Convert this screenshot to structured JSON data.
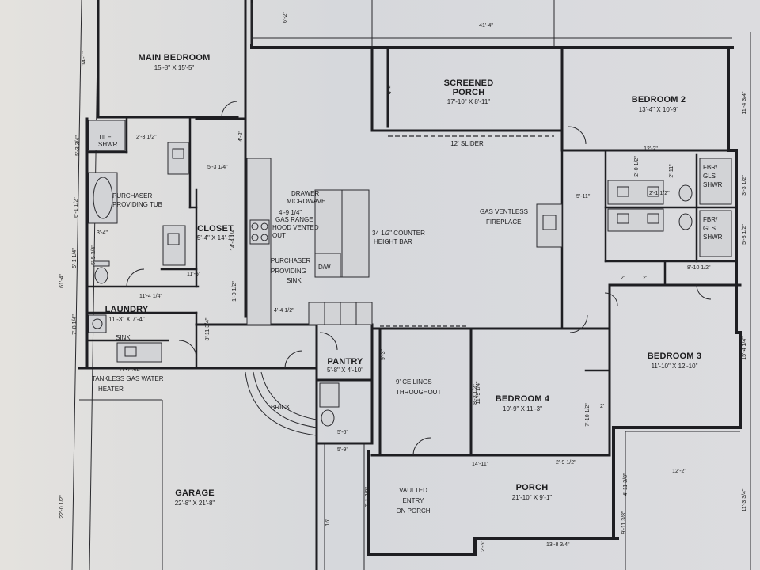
{
  "rooms": {
    "main_bedroom": {
      "name": "MAIN BEDROOM",
      "dims": "15'-8\" X 15'-5\""
    },
    "screened_porch": {
      "name_line1": "SCREENED",
      "name_line2": "PORCH",
      "dims": "17'-10\" X 8'-11\""
    },
    "bedroom2": {
      "name": "BEDROOM 2",
      "dims": "13'-4\" X 10'-9\""
    },
    "closet": {
      "name": "CLOSET",
      "dims": "5'-4\" X 14'-1\""
    },
    "laundry": {
      "name": "LAUNDRY",
      "dims": "11'-3\" X 7'-4\""
    },
    "pantry": {
      "name": "PANTRY",
      "dims": "5'-8\" X 4'-10\""
    },
    "bedroom3": {
      "name": "BEDROOM 3",
      "dims": "11'-10\" X 12'-10\""
    },
    "bedroom4": {
      "name": "BEDROOM 4",
      "dims": "10'-9\" X 11'-3\""
    },
    "porch": {
      "name": "PORCH",
      "dims": "21'-10\" X 9'-1\""
    },
    "garage": {
      "name": "GARAGE",
      "dims": "22'-8\" X 21'-8\""
    }
  },
  "notes": {
    "tile_shwr": [
      "TILE",
      "SHWR"
    ],
    "purchaser_tub": [
      "PURCHASER",
      "PROVIDING TUB"
    ],
    "slider": "12' SLIDER",
    "drawer_microwave": [
      "DRAWER",
      "MICROWAVE"
    ],
    "gas_range": [
      "4'-9 1/4\"",
      "GAS RANGE",
      "HOOD VENTED",
      "OUT"
    ],
    "purchaser_sink": [
      "PURCHASER",
      "PROVIDING",
      "SINK"
    ],
    "counter_bar": [
      "34 1/2\" COUNTER",
      "HEIGHT BAR"
    ],
    "fireplace": [
      "GAS VENTLESS",
      "FIREPLACE"
    ],
    "fbgl_shwr_1": [
      "FBR/",
      "GLS",
      "SHWR"
    ],
    "fbgl_shwr_2": [
      "FBR/",
      "GLS",
      "SHWR"
    ],
    "dw": "D/W",
    "sink": "SINK",
    "tankless": [
      "TANKLESS GAS WATER",
      "HEATER"
    ],
    "ceilings": [
      "9' CEILINGS",
      "THROUGHOUT"
    ],
    "brick": "BRICK",
    "vaulted": [
      "VAULTED",
      "ENTRY",
      "ON PORCH"
    ]
  },
  "dims": {
    "top_overall": "41'-4\"",
    "d_6_2": "6'-2\"",
    "d_4_4": "4'-4\"",
    "d_14_1": "14'-1\"",
    "d_2_3_12": "2'-3 1/2\"",
    "d_5_3_14": "5'-3 1/4\"",
    "d_5_3_34": "5'-3 3/4\"",
    "d_4_2": "4'-2\"",
    "d_12_2_top": "12'-2\"",
    "d_2_0_12": "2'-0 1/2\"",
    "d_2_11": "2'-11\"",
    "d_5_11": "5'-11\"",
    "d_2_1_12": "2'-1 1/2\"",
    "d_11_4_34": "11'-4 3/4\"",
    "d_3_3_12": "3'-3 1/2\"",
    "d_5_3_12": "5'-3 1/2\"",
    "d_6_1_12": "6'-1 1/2\"",
    "d_5_1_14": "5'-1 1/4\"",
    "d_5_5_34": "5'-5 3/4\"",
    "d_61_4": "61'-4\"",
    "d_14_4_14": "14'-4 1/4\"",
    "d_3_4": "3'-4\"",
    "d_11_6": "11'-6\"",
    "d_11_4_14": "11'-4 1/4\"",
    "d_4_4_12": "4'-4 1/2\"",
    "d_3_11_34": "3'-11 3/4\"",
    "d_1_0_12": "1'-0 1/2\"",
    "d_7_8_14": "7'-8 1/4\"",
    "d_11_7_34": "11'-7 3/4\"",
    "d_2_a": "2'",
    "d_2_b": "2'",
    "d_8_10_12": "8'-10 1/2\"",
    "d_9_3": "9'-3\"",
    "d_11_9_14": "11'-9 1/4\"",
    "d_7_10_12": "7'-10 1/2\"",
    "d_2_c": "2'",
    "d_5_6": "5'-6\"",
    "d_5_9": "5'-9\"",
    "d_14_11": "14'-11\"",
    "d_2_9_12": "2'-9 1/2\"",
    "d_12_2_bottom": "12'-2\"",
    "d_4_11_38": "4'-11 3/8\"",
    "d_2_5": "2'-5\"",
    "d_13_8_34": "13'-8 3/4\"",
    "d_7_1_38": "7'-1 3/8\"",
    "d_16": "16'",
    "d_22_0_12": "22'-0 1/2\"",
    "d_15_4_14": "15'-4 1/4\"",
    "d_11_3_34": "11'-3 3/4\"",
    "d_9_11_38": "9'-11 3/8\"",
    "d_8_3_12": "8'-3 1/2\""
  }
}
